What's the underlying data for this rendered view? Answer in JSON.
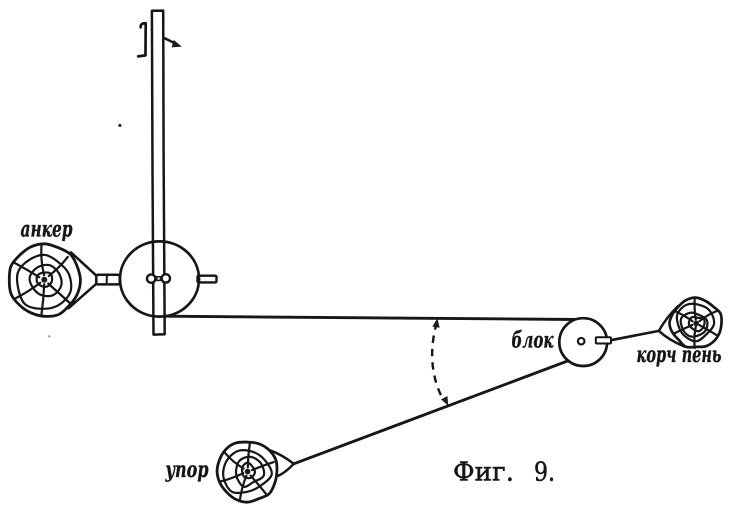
{
  "figure": {
    "caption": {
      "label": "Фиг.",
      "number": "9."
    },
    "labels": {
      "anchor": "анкер",
      "pulley_block": "блок",
      "support": "упор",
      "grubbed_stump": "корч пень"
    },
    "colors": {
      "ink": "#161616",
      "paper": "#ffffff"
    }
  }
}
